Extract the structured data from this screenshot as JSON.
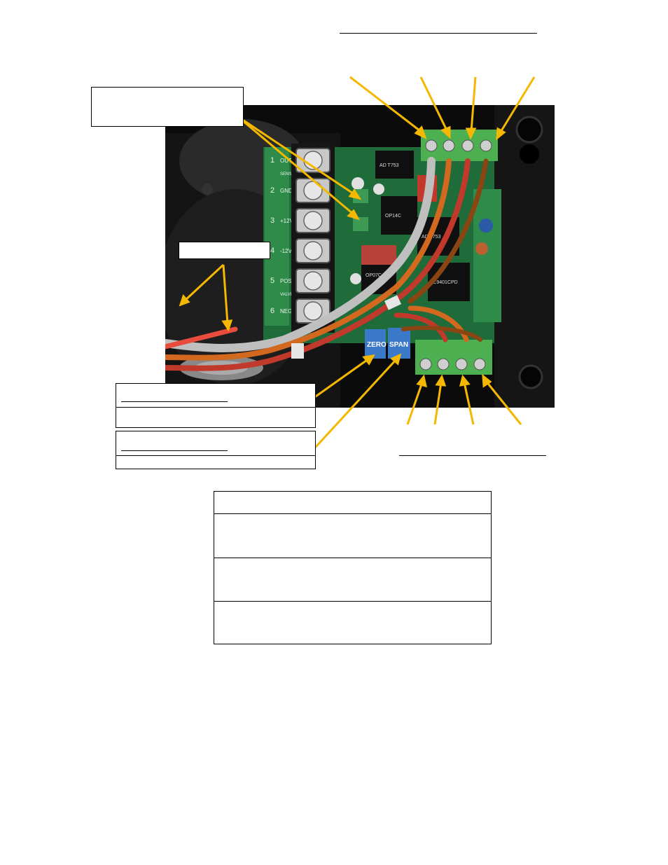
{
  "photo": {
    "terminal_block": {
      "labels": [
        "OUT",
        "GND",
        "+12V",
        "-12V",
        "POS",
        "NEG"
      ],
      "numbers": [
        "1",
        "2",
        "3",
        "4",
        "5",
        "6"
      ],
      "group_labels": [
        "SENSOR",
        "VALVE"
      ]
    },
    "pots": {
      "zero": "ZERO",
      "span": "SPAN"
    },
    "chips": [
      "AD T753",
      "OP14C",
      "AD T753",
      "OP07C",
      "TC9401CPD"
    ]
  },
  "colors": {
    "arrow": "#f5b800",
    "board": "#1f6b3a",
    "terminal": "#4caf50"
  }
}
